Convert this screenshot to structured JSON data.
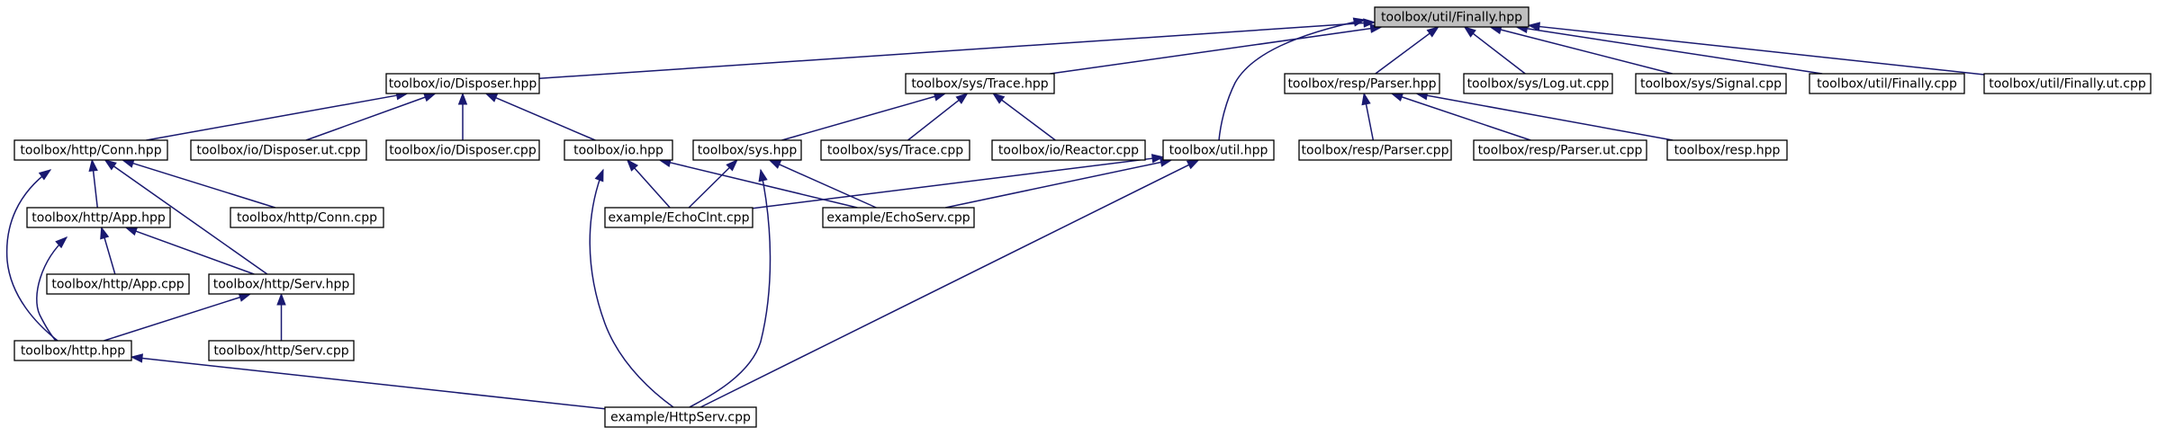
{
  "graph": {
    "edge_color": "#191970",
    "root_fill": "#bfbfbf",
    "nodes": [
      {
        "id": "finally_hpp",
        "label": "toolbox/util/Finally.hpp",
        "root": true
      },
      {
        "id": "disposer_hpp",
        "label": "toolbox/io/Disposer.hpp"
      },
      {
        "id": "trace_hpp",
        "label": "toolbox/sys/Trace.hpp"
      },
      {
        "id": "util_hpp",
        "label": "toolbox/util.hpp"
      },
      {
        "id": "parser_hpp",
        "label": "toolbox/resp/Parser.hpp"
      },
      {
        "id": "log_ut",
        "label": "toolbox/sys/Log.ut.cpp"
      },
      {
        "id": "signal_cpp",
        "label": "toolbox/sys/Signal.cpp"
      },
      {
        "id": "finally_cpp",
        "label": "toolbox/util/Finally.cpp"
      },
      {
        "id": "finally_ut",
        "label": "toolbox/util/Finally.ut.cpp"
      },
      {
        "id": "conn_hpp",
        "label": "toolbox/http/Conn.hpp"
      },
      {
        "id": "disposer_ut",
        "label": "toolbox/io/Disposer.ut.cpp"
      },
      {
        "id": "disposer_cpp",
        "label": "toolbox/io/Disposer.cpp"
      },
      {
        "id": "io_hpp",
        "label": "toolbox/io.hpp"
      },
      {
        "id": "sys_hpp",
        "label": "toolbox/sys.hpp"
      },
      {
        "id": "trace_cpp",
        "label": "toolbox/sys/Trace.cpp"
      },
      {
        "id": "reactor_cpp",
        "label": "toolbox/io/Reactor.cpp"
      },
      {
        "id": "parser_cpp",
        "label": "toolbox/resp/Parser.cpp"
      },
      {
        "id": "parser_ut",
        "label": "toolbox/resp/Parser.ut.cpp"
      },
      {
        "id": "resp_hpp",
        "label": "toolbox/resp.hpp"
      },
      {
        "id": "app_hpp",
        "label": "toolbox/http/App.hpp"
      },
      {
        "id": "conn_cpp",
        "label": "toolbox/http/Conn.cpp"
      },
      {
        "id": "echoclnt",
        "label": "example/EchoClnt.cpp"
      },
      {
        "id": "echoserv",
        "label": "example/EchoServ.cpp"
      },
      {
        "id": "app_cpp",
        "label": "toolbox/http/App.cpp"
      },
      {
        "id": "serv_hpp",
        "label": "toolbox/http/Serv.hpp"
      },
      {
        "id": "http_hpp",
        "label": "toolbox/http.hpp"
      },
      {
        "id": "serv_cpp",
        "label": "toolbox/http/Serv.cpp"
      },
      {
        "id": "httpserv",
        "label": "example/HttpServ.cpp"
      }
    ],
    "edges": [
      [
        "finally_hpp",
        "disposer_hpp"
      ],
      [
        "finally_hpp",
        "trace_hpp"
      ],
      [
        "finally_hpp",
        "util_hpp"
      ],
      [
        "finally_hpp",
        "parser_hpp"
      ],
      [
        "finally_hpp",
        "log_ut"
      ],
      [
        "finally_hpp",
        "signal_cpp"
      ],
      [
        "finally_hpp",
        "finally_cpp"
      ],
      [
        "finally_hpp",
        "finally_ut"
      ],
      [
        "disposer_hpp",
        "conn_hpp"
      ],
      [
        "disposer_hpp",
        "disposer_ut"
      ],
      [
        "disposer_hpp",
        "disposer_cpp"
      ],
      [
        "disposer_hpp",
        "io_hpp"
      ],
      [
        "trace_hpp",
        "sys_hpp"
      ],
      [
        "trace_hpp",
        "trace_cpp"
      ],
      [
        "trace_hpp",
        "reactor_cpp"
      ],
      [
        "parser_hpp",
        "parser_cpp"
      ],
      [
        "parser_hpp",
        "parser_ut"
      ],
      [
        "parser_hpp",
        "resp_hpp"
      ],
      [
        "conn_hpp",
        "app_hpp"
      ],
      [
        "conn_hpp",
        "conn_cpp"
      ],
      [
        "conn_hpp",
        "serv_hpp"
      ],
      [
        "conn_hpp",
        "http_hpp"
      ],
      [
        "io_hpp",
        "echoclnt"
      ],
      [
        "io_hpp",
        "echoserv"
      ],
      [
        "io_hpp",
        "httpserv"
      ],
      [
        "sys_hpp",
        "echoclnt"
      ],
      [
        "sys_hpp",
        "echoserv"
      ],
      [
        "sys_hpp",
        "httpserv"
      ],
      [
        "util_hpp",
        "echoclnt"
      ],
      [
        "util_hpp",
        "echoserv"
      ],
      [
        "util_hpp",
        "httpserv"
      ],
      [
        "app_hpp",
        "app_cpp"
      ],
      [
        "app_hpp",
        "serv_hpp"
      ],
      [
        "app_hpp",
        "http_hpp"
      ],
      [
        "serv_hpp",
        "serv_cpp"
      ],
      [
        "serv_hpp",
        "http_hpp"
      ],
      [
        "http_hpp",
        "httpserv"
      ]
    ]
  }
}
